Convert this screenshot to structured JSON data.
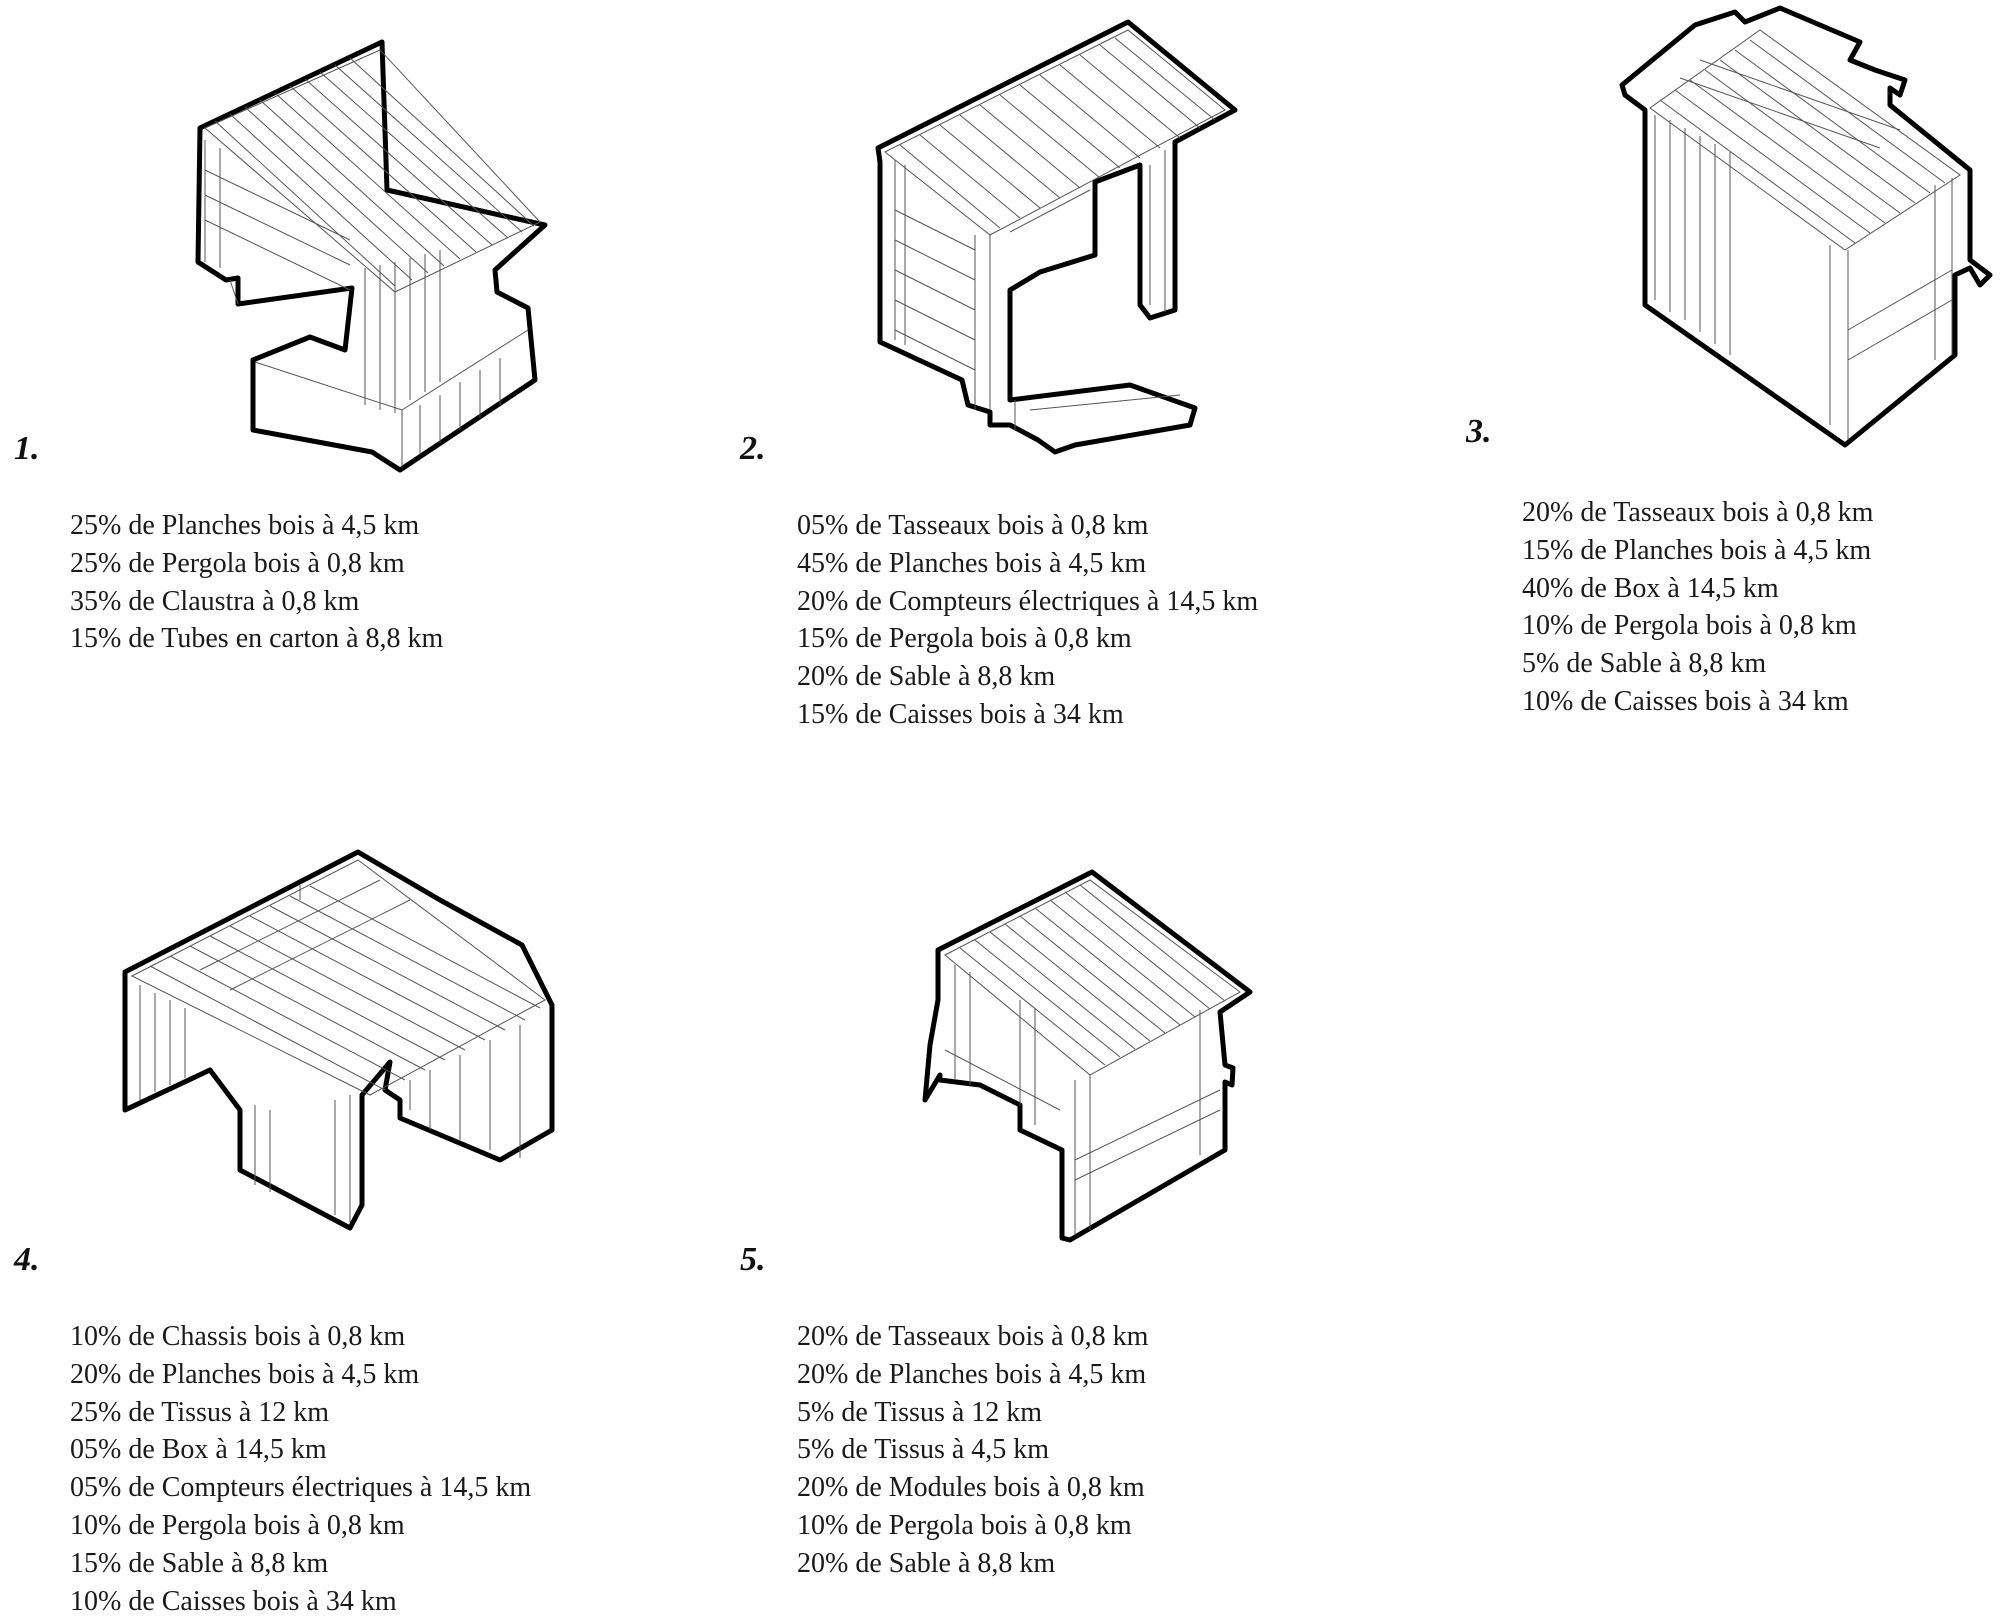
{
  "panels": [
    {
      "number": "1.",
      "lines": [
        "25% de Planches bois à 4,5 km",
        "25% de Pergola bois à 0,8 km",
        "35% de Claustra à 0,8 km",
        "15% de Tubes en carton à 8,8 km"
      ]
    },
    {
      "number": "2.",
      "lines": [
        "05% de Tasseaux bois à 0,8 km",
        "45% de Planches bois à 4,5 km",
        "20% de Compteurs électriques à 14,5 km",
        "15% de Pergola bois à 0,8 km",
        "20% de Sable à 8,8 km",
        "15% de Caisses bois à 34 km"
      ]
    },
    {
      "number": "3.",
      "lines": [
        "20% de Tasseaux bois à 0,8 km",
        "15% de Planches bois à 4,5 km",
        "40% de Box à 14,5 km",
        "10% de Pergola bois à 0,8 km",
        "5% de Sable à 8,8 km",
        "10% de Caisses bois à 34 km"
      ]
    },
    {
      "number": "4.",
      "lines": [
        "10% de Chassis bois à 0,8 km",
        "20% de Planches bois à 4,5 km",
        "25% de Tissus à 12 km",
        "05% de Box à 14,5 km",
        "05% de Compteurs électriques à 14,5 km",
        "10% de Pergola bois à 0,8 km",
        "15% de Sable à 8,8 km",
        "10% de Caisses bois à 34 km"
      ]
    },
    {
      "number": "5.",
      "lines": [
        "20% de Tasseaux bois à 0,8 km",
        "20% de Planches bois à 4,5 km",
        "5% de Tissus à 12 km",
        "5% de Tissus à 4,5 km",
        "20% de Modules bois à 0,8 km",
        "10% de Pergola bois à 0,8 km",
        "20% de Sable à 8,8 km"
      ]
    }
  ]
}
